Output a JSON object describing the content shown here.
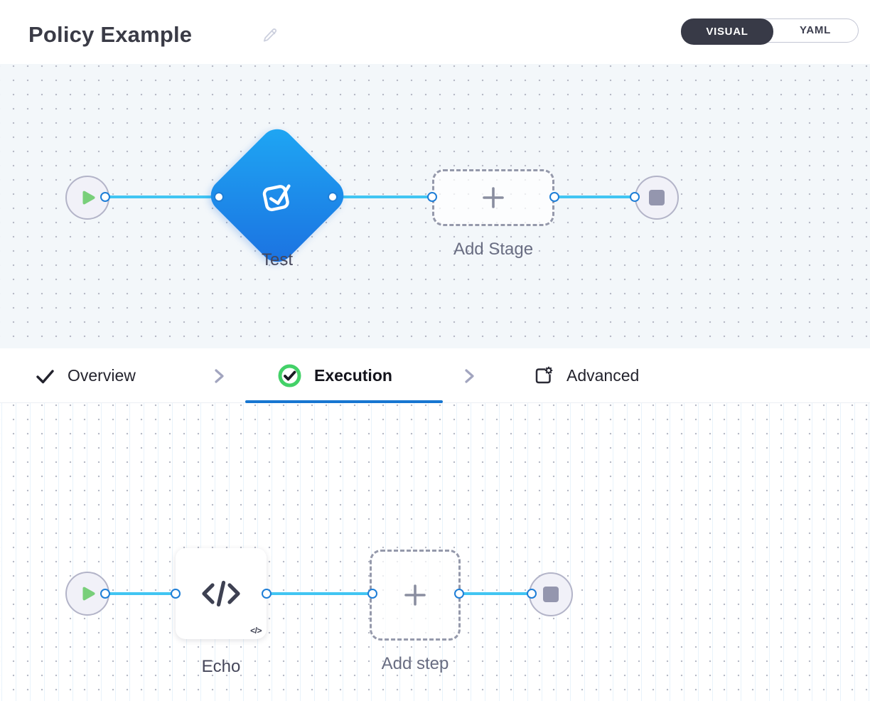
{
  "header": {
    "title": "Policy Example",
    "edit_icon": "pencil-icon",
    "view_toggle": {
      "visual_label": "VISUAL",
      "yaml_label": "YAML",
      "selected": "VISUAL"
    }
  },
  "stage_pipeline": {
    "start_icon": "play-icon",
    "end_icon": "stop-icon",
    "stage": {
      "label": "Test",
      "icon": "check-square-icon"
    },
    "add_stage": {
      "label": "Add Stage",
      "icon": "plus-icon"
    }
  },
  "tabs": [
    {
      "label": "Overview",
      "icon": "check-icon",
      "state": "completed"
    },
    {
      "label": "Execution",
      "icon": "check-circle-icon",
      "state": "active"
    },
    {
      "label": "Advanced",
      "icon": "panel-gear-icon",
      "state": "default"
    }
  ],
  "step_pipeline": {
    "start_icon": "play-icon",
    "end_icon": "stop-icon",
    "step": {
      "label": "Echo",
      "icon": "code-icon",
      "badge": "</>"
    },
    "add_step": {
      "label": "Add step",
      "icon": "plus-icon"
    }
  },
  "colors": {
    "accent_blue": "#1776d1",
    "connector_blue": "#41c5f2",
    "port_border_blue": "#1e7ed7",
    "stage_gradient_top": "#1fa8f4",
    "stage_gradient_bottom": "#1b70e0",
    "success_green": "#43d168",
    "play_green": "#79cf7a",
    "dark_toggle": "#383a47",
    "canvas_top_bg": "#f3f7fa"
  }
}
